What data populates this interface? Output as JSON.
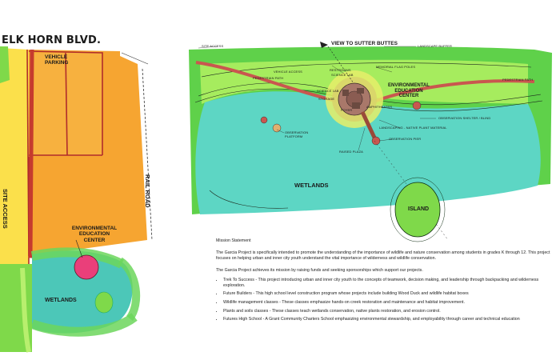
{
  "left_plan": {
    "street": "ELK HORN BLVD.",
    "vehicle_parking": "VEHICLE PARKING",
    "site_access": "SITE ACCESS",
    "rail_road": "RAIL ROAD",
    "education_center": [
      "ENVIRONMENTAL",
      "EDUCATION",
      "CENTER"
    ],
    "wetlands": "WETLANDS",
    "colors": {
      "orange": "#f6a531",
      "yellow": "#fbe04b",
      "red": "#c63b2e",
      "teal": "#4cc7b8",
      "green": "#7fd94a",
      "magenta": "#ea3f7a"
    }
  },
  "right_plan": {
    "site_access": "SITE ACCESS",
    "view_to": "VIEW TO SUTTER BUTTES",
    "landscape_buffer": "LANDSCAPE BUFFER",
    "vehicle_access": "VEHICLE ACCESS",
    "pedestrian_path_left": "PEDESTRIAN PATH",
    "pedestrian_path_right": "PEDESTRIAN PATH",
    "memorial_flag_poles": "MEMORIAL FLAG POLES",
    "restrooms": "RESTROOMS",
    "science_lab": "SCIENCE LAB",
    "science_lab_left": "SCIENCE LAB",
    "storage": "STORAGE",
    "amphitheater": "AMPHITHEATER",
    "education_center": [
      "ENVIRONMENTAL",
      "EDUCATION",
      "CENTER"
    ],
    "observation_shelter": "OBSERVATION SHELTER / BLIND",
    "landscaping": "LANDSCAPING - NATIVE PLANT MATERIAL",
    "observation_pier": "OBSERVATION PIER",
    "raised_plaza": "RAISED PLAZA",
    "observation_platform": [
      "OBSERVATION",
      "PLATFORM"
    ],
    "foyer": "FOYER",
    "wetlands": "WETLANDS",
    "island": "ISLAND",
    "colors": {
      "green": "#5fd14a",
      "light_green": "#a6ec5e",
      "teal": "#4ec9b0",
      "water": "#5dd6c4",
      "path": "#c9574f"
    }
  },
  "mission": {
    "heading": "Mission Statement",
    "paragraph1": "The Garcia Project is specifically intended to promote the understanding of the importance of wildlife and nature conservation among students in grades K through 12. This project focuses on helping urban and inner city youth understand the vital importance of wilderness and wildlife conservation.",
    "paragraph2": "The Garcia Project achieves its mission by raising funds and seeking sponsorships which support our projects.",
    "items": [
      "Trek To Success - This project introducing urban and inner city youth to the concepts of teamwork, decision making, and leadership through backpacking and wilderness exploration.",
      "Future Builders - This high school level construction program whose projects include building Wood Duck and wildlife habitat boxes",
      "Wildlife management classes - These classes emphasize hands-on creek restoration and maintenance and habitat improvement.",
      "Plants and soils classes - These classes teach wetlands conservation, native plants restoration, and erosion control.",
      "Futures High School - A Grant Community Charters School emphasizing environmental stewardship, and employability through career and technical education"
    ]
  }
}
